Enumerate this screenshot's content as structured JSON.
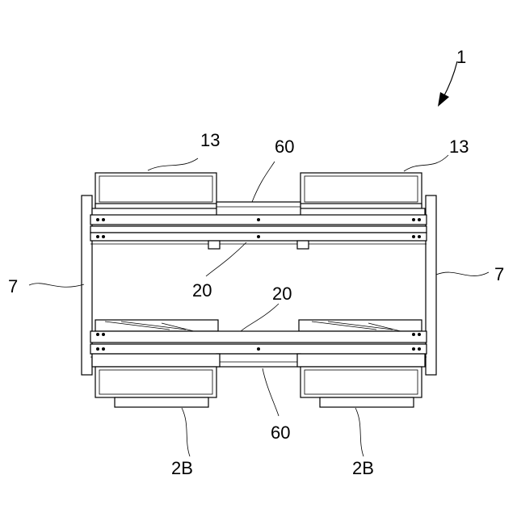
{
  "figure": {
    "labels": {
      "assembly": "1",
      "unit_top_left": "13",
      "unit_top_right": "13",
      "connector_top": "60",
      "connector_bottom": "60",
      "side_left": "7",
      "side_right": "7",
      "frame_upper": "20",
      "frame_lower": "20",
      "base_left": "2B",
      "base_right": "2B"
    }
  }
}
